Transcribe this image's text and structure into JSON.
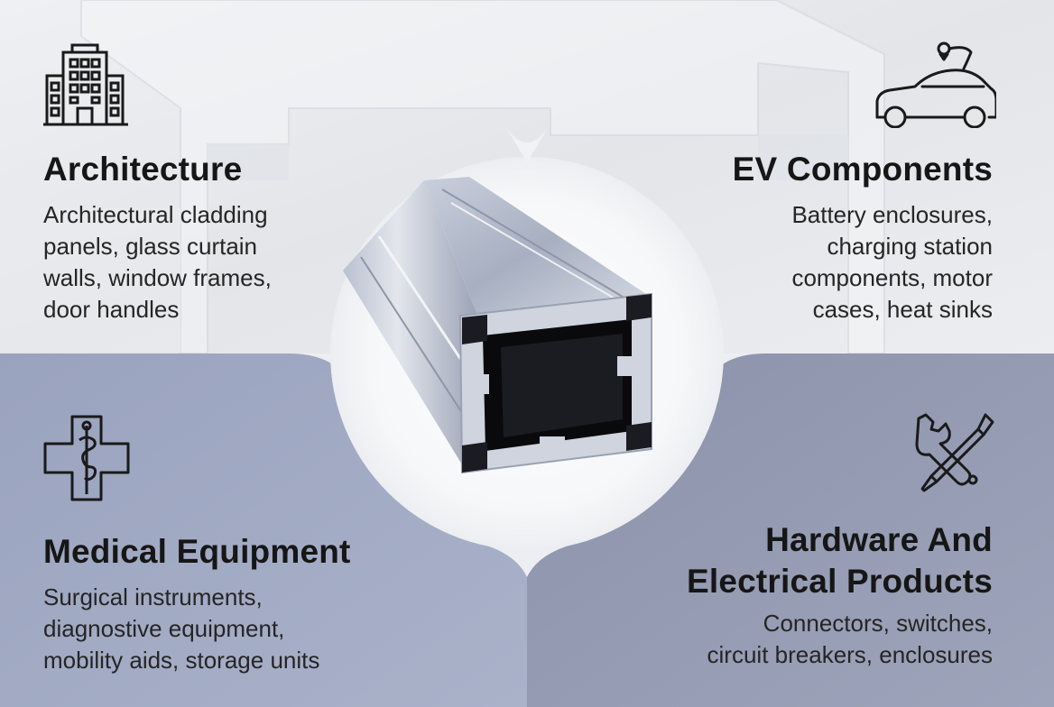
{
  "sections": {
    "architecture": {
      "icon": "office-building-icon",
      "title": "Architecture",
      "description": "Architectural cladding\npanels, glass curtain\nwalls, window frames,\ndoor handles"
    },
    "ev": {
      "icon": "electric-car-icon",
      "title": "EV Components",
      "description": "Battery enclosures,\ncharging station\ncomponents, motor\ncases, heat sinks"
    },
    "medical": {
      "icon": "medical-cross-caduceus-icon",
      "title": "Medical Equipment",
      "description": "Surgical instruments,\ndiagnostive equipment,\nmobility aids, storage units"
    },
    "hardware": {
      "icon": "wrench-screwdriver-icon",
      "title": "Hardware And\nElectrical Products",
      "description": "Connectors, switches,\ncircuit breakers, enclosures"
    }
  },
  "center_image": "aluminum-extrusion-profile",
  "colors": {
    "top_background": "#e6e8eb",
    "bottom_left_background": "#a3abc4",
    "bottom_right_background": "#8e95ad",
    "text": "#161616"
  }
}
